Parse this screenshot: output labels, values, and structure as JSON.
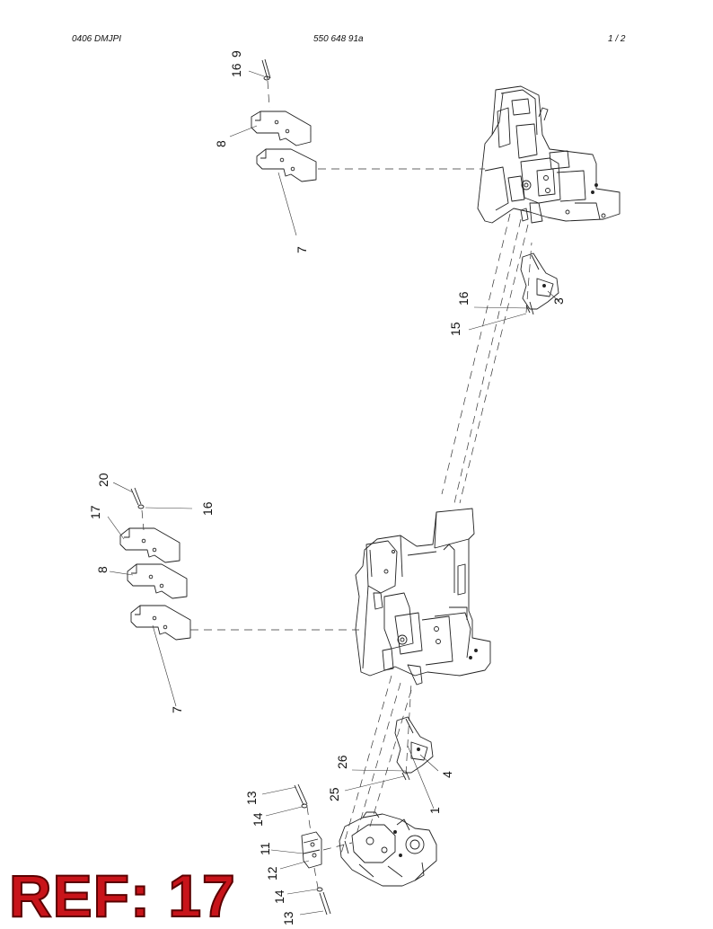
{
  "header": {
    "left": "0406 DMJPI",
    "center": "550 648 91a",
    "right": "1 /   2"
  },
  "callouts": {
    "c9": "9",
    "c16a": "16",
    "c8a": "8",
    "c7a": "7",
    "c16b": "16",
    "c15": "15",
    "c3": "3",
    "c20": "20",
    "c16c": "16",
    "c17": "17",
    "c8b": "8",
    "c7b": "7",
    "c26": "26",
    "c25": "25",
    "c4": "4",
    "c1": "1",
    "c13a": "13",
    "c14a": "14",
    "c11": "11",
    "c12": "12",
    "c14b": "14",
    "c13b": "13"
  },
  "stamp": "REF: 17"
}
